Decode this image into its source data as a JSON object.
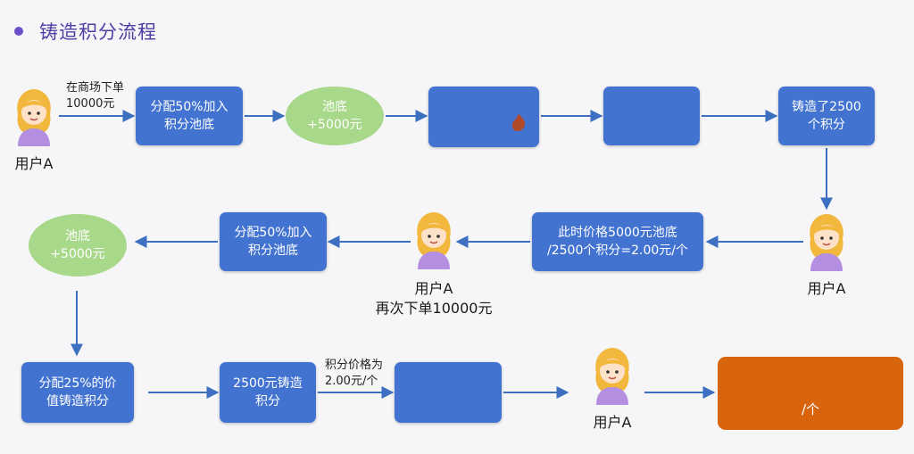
{
  "title": "铸造积分流程",
  "users": {
    "u1": "用户A",
    "u2": "用户A",
    "u3_line1": "用户A",
    "u3_line2": "再次下单10000元",
    "u4": "用户A"
  },
  "edge_labels": {
    "order": "在商场下单\n10000元",
    "price2": "积分价格为\n2.00元/个"
  },
  "boxes": {
    "alloc1": "分配50%加入\n积分池底",
    "mint1": "铸造了2500\n个积分",
    "price1": "此时价格5000元池底\n/2500个积分=2.00元/个",
    "alloc2": "分配50%加入\n积分池底",
    "alloc3": "分配25%的价\n值铸造积分",
    "mint2": "2500元铸造\n积分",
    "final": "/个"
  },
  "pools": {
    "pool1": "池底\n+5000元",
    "pool2": "池底\n+5000元"
  },
  "colors": {
    "box": "#4373d1",
    "pool": "#a8d88a",
    "orange": "#d8640e",
    "title": "#4c3fa3"
  }
}
